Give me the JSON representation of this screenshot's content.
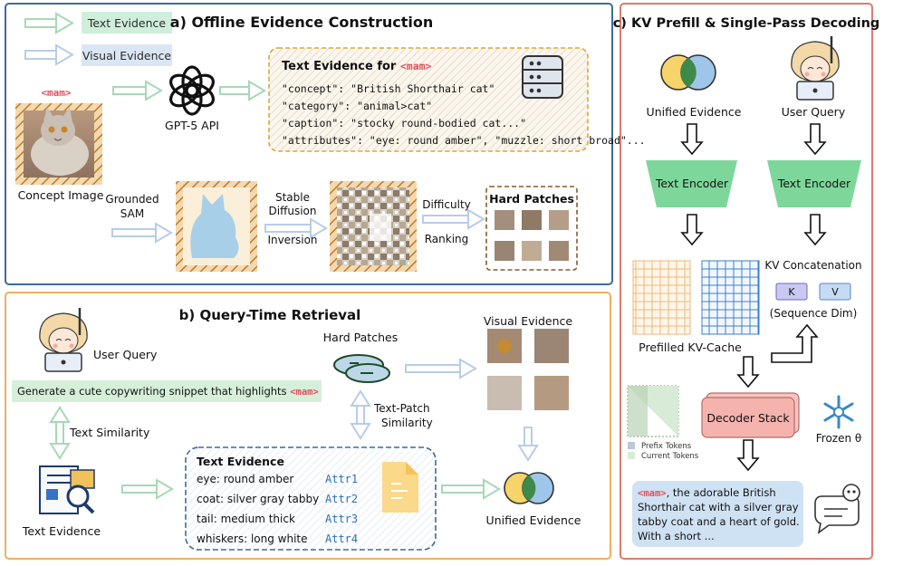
{
  "legend": {
    "text_evidence": "Text Evidence",
    "visual_evidence": "Visual Evidence",
    "text_color": "#a7d8b6",
    "visual_color": "#b8cce8"
  },
  "panel_a": {
    "title": "a) Offline Evidence Construction",
    "mam_tag": "<mam>",
    "concept_image_label": "Concept Image",
    "api_label": "GPT-5 API",
    "text_evidence_box": {
      "title_prefix": "Text Evidence for ",
      "title_tag": "<mam>",
      "lines": [
        "\"concept\": \"British Shorthair cat\"",
        "\"category\": \"animal>cat\"",
        "\"caption\": \"stocky round-bodied cat...\"",
        "\"attributes\": \"eye: round amber\", \"muzzle: short broad\"..."
      ]
    },
    "grounded_sam_line1": "Grounded",
    "grounded_sam_line2": "SAM",
    "stable_diffusion_line1": "Stable",
    "stable_diffusion_line2": "Diffusion",
    "inversion": "Inversion",
    "difficulty": "Difficulty",
    "ranking": "Ranking",
    "hard_patches_title": "Hard Patches"
  },
  "panel_b": {
    "title": "b) Query-Time Retrieval",
    "user_query_label": "User Query",
    "query_text": "Generate a cute copywriting snippet that highlights ",
    "query_tag": "<mam>",
    "text_similarity": "Text Similarity",
    "text_evidence_icon_label": "Text Evidence",
    "hard_patches_label": "Hard Patches",
    "text_patch_line1": "Text-Patch",
    "text_patch_line2": "Similarity",
    "visual_evidence_label": "Visual Evidence",
    "unified_evidence_label": "Unified Evidence",
    "evidence_box": {
      "title": "Text Evidence",
      "rows": [
        {
          "text": "eye: round amber",
          "attr": "Attr1"
        },
        {
          "text": "coat: silver gray tabby",
          "attr": "Attr2"
        },
        {
          "text": "tail: medium thick",
          "attr": "Attr3"
        },
        {
          "text": "whiskers: long white",
          "attr": "Attr4"
        }
      ]
    }
  },
  "panel_c": {
    "title": "c) KV Prefill & Single-Pass Decoding",
    "unified_evidence_label": "Unified Evidence",
    "user_query_label": "User Query",
    "text_encoder_left": "Text Encoder",
    "text_encoder_right": "Text Encoder",
    "kv_concat": "KV Concatenation",
    "k_label": "K",
    "v_label": "V",
    "sequence_dim": "(Sequence Dim)",
    "prefilled_kv_cache": "Prefilled KV-Cache",
    "decoder_stack": "Decoder Stack",
    "frozen": "Frozen θ",
    "prefix_tokens": "Prefix Tokens",
    "current_tokens": "Current Tokens",
    "output_tag": "<mam>",
    "output_lines": [
      ", the adorable British",
      "Shorthair cat with a silver gray",
      "tabby coat and a heart of gold.",
      "With a short ..."
    ]
  },
  "colors": {
    "panel_a_border": "#3f6a9a",
    "panel_b_border": "#f0b060",
    "panel_c_border": "#e07a6e",
    "encoder_green": "#7ed79a",
    "tag_red": "#e05060",
    "attr_blue": "#2f6fb8"
  }
}
